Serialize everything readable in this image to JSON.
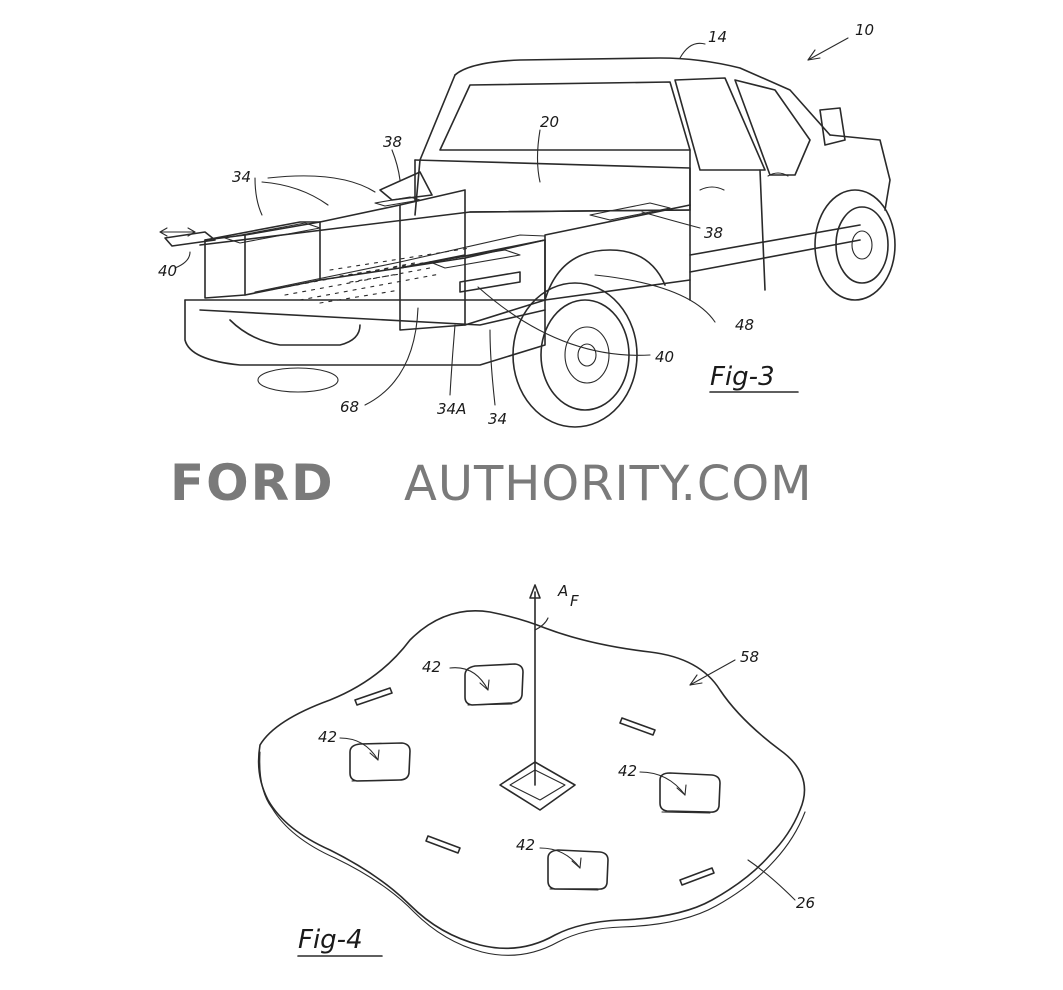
{
  "figures": {
    "fig3": {
      "caption": "Fig-3",
      "refs": {
        "r10": "10",
        "r14": "14",
        "r20": "20",
        "r38a": "38",
        "r38b": "38",
        "r34": "34",
        "r40a": "40",
        "r40b": "40",
        "r48": "48",
        "r68": "68",
        "r34A": "34A",
        "r34b": "34"
      }
    },
    "fig4": {
      "caption": "Fig-4",
      "refs": {
        "rAF_A": "A",
        "rAF_F": "F",
        "r58": "58",
        "r42a": "42",
        "r42b": "42",
        "r42c": "42",
        "r42d": "42",
        "r26": "26"
      }
    }
  },
  "watermark": {
    "brand": "FORD",
    "site": "AUTHORITY.COM"
  }
}
